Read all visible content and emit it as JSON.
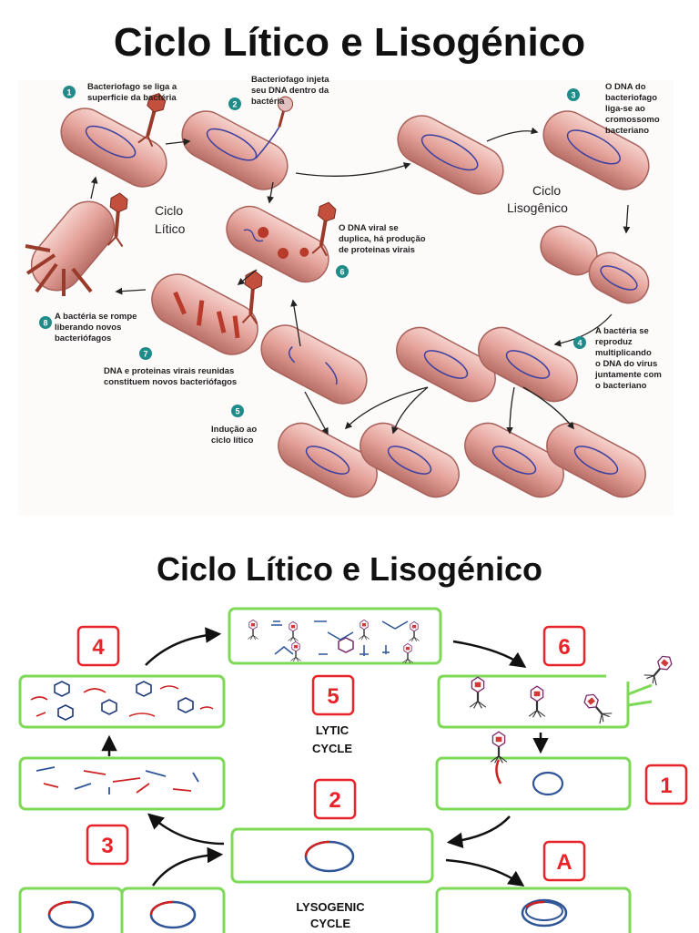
{
  "top": {
    "title": "Ciclo Lítico e Lisogénico",
    "lytic_label_1": "Ciclo",
    "lytic_label_2": "Lítico",
    "lyso_label_1": "Ciclo",
    "lyso_label_2": "Lisogênico",
    "steps": [
      {
        "num": "1",
        "lines": [
          "Bacteriofago se liga a",
          "superficie da bactéria"
        ]
      },
      {
        "num": "2",
        "lines": [
          "Bacteriofago injeta",
          "seu DNA dentro da",
          "bactéria"
        ]
      },
      {
        "num": "3",
        "lines": [
          "O DNA do",
          "bacteriofago",
          "liga-se ao",
          "cromossomo",
          "bacteriano"
        ]
      },
      {
        "num": "4",
        "lines": [
          "A bactéria se",
          "reproduz",
          "multiplicando",
          "o DNA do virus",
          "juntamente com",
          "o bacteriano"
        ]
      },
      {
        "num": "5",
        "lines": [
          "Indução ao",
          "ciclo lítico"
        ]
      },
      {
        "num": "6",
        "lines": [
          "O DNA viral se",
          "duplica,  há produção",
          "de proteinas  virais"
        ]
      },
      {
        "num": "7",
        "lines": [
          "DNA e proteinas virais reunidas",
          "constituem novos bacteriófagos"
        ]
      },
      {
        "num": "8",
        "lines": [
          "A bactéria se rompe",
          "liberando novos",
          "bacteriófagos"
        ]
      }
    ]
  },
  "bottom": {
    "title": "Ciclo Lítico e Lisogénico",
    "lytic_1": "LYTIC",
    "lytic_2": "CYCLE",
    "lyso_1": "LYSOGENIC",
    "lyso_2": "CYCLE",
    "boxes": [
      "4",
      "6",
      "5",
      "1",
      "2",
      "3",
      "A"
    ]
  },
  "colors": {
    "cell_fill": "#e7a8a2",
    "cell_stroke": "#b86a63",
    "dna_blue": "#3a3fa0",
    "step_teal": "#1f8c8a",
    "green_border": "#7ed957",
    "red_box": "#e8232a",
    "strand_red": "#cc2222",
    "strand_blue": "#2f5597"
  }
}
